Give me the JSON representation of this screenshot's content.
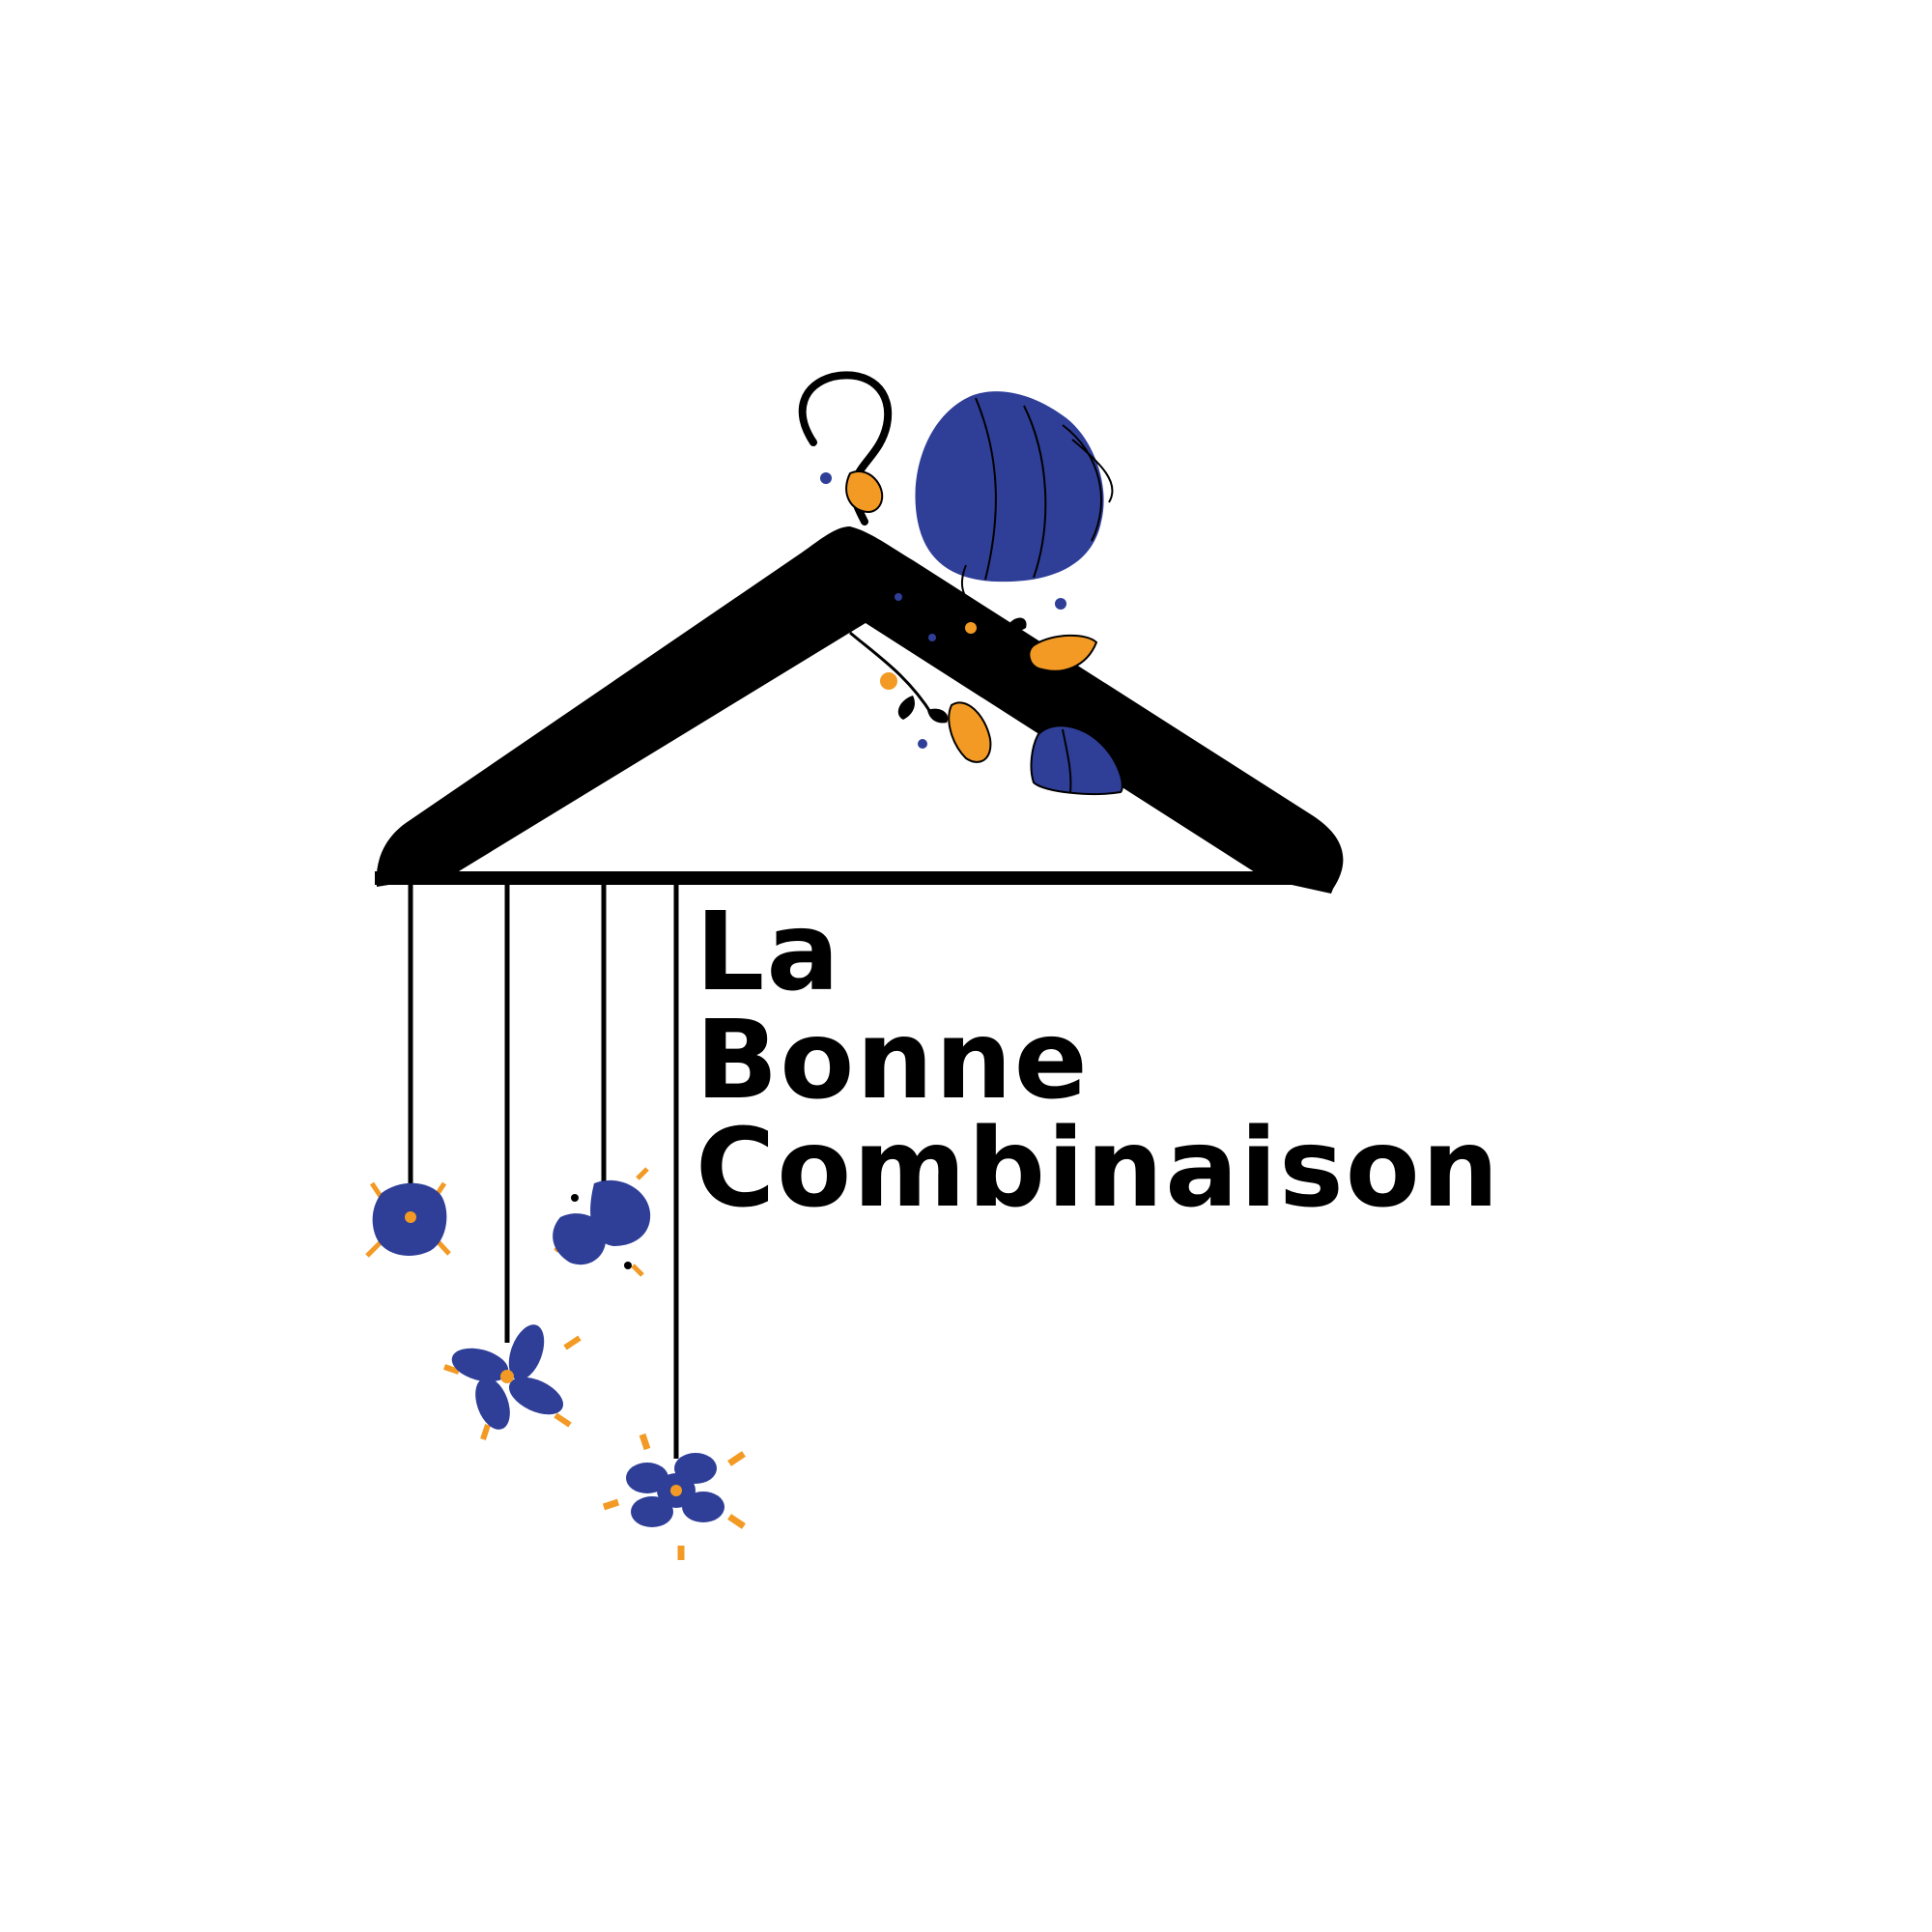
{
  "brand": {
    "line1": "La",
    "line2": "Bonne",
    "line3": "Combinaison"
  },
  "colors": {
    "background": "#ffffff",
    "ink": "#000000",
    "blue": "#2f3f98",
    "orange": "#f39a24"
  },
  "icons": {
    "hanger": "hanger-icon",
    "flower": "flower-icon",
    "tulip": "tulip-icon"
  }
}
